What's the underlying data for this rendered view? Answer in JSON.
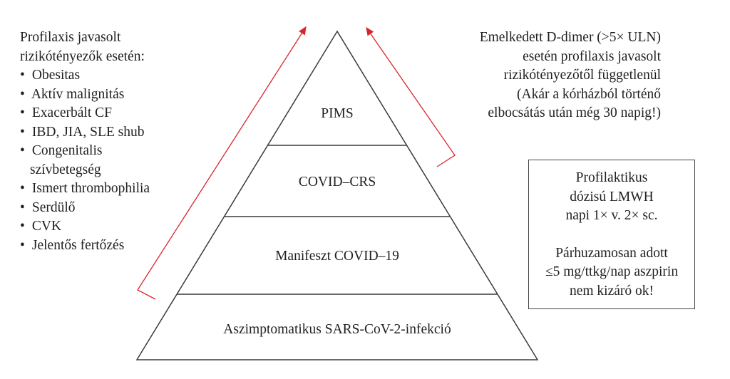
{
  "left_panel": {
    "heading": [
      "Profilaxis javasolt",
      "rizikótényezők esetén:"
    ],
    "items": [
      "Obesitas",
      "Aktív malignitás",
      "Exacerbált CF",
      "IBD, JIA, SLE shub",
      "Congenitalis",
      "szívbetegség",
      "Ismert thrombophilia",
      "Serdülő",
      "CVK",
      "Jelentős fertőzés"
    ]
  },
  "right_panel": {
    "lines": [
      "Emelkedett D-dimer (>5× ULN)",
      "esetén profilaxis javasolt",
      "rizikótényezőtől függetlenül",
      "(Akár a kórházból történő",
      "elbocsátás után még 30 napig!)"
    ]
  },
  "pyramid": {
    "levels": [
      "PIMS",
      "COVID–CRS",
      "Manifeszt COVID–19",
      "Aszimptomatikus SARS-CoV-2-infekció"
    ]
  },
  "box": {
    "lines1": [
      "Profilaktikus",
      "dózisú LMWH",
      "napi 1× v. 2× sc."
    ],
    "lines2": [
      "Párhuzamosan adott",
      "≤5 mg/ttkg/nap aszpirin",
      "nem kizáró ok!"
    ]
  },
  "colors": {
    "arrow": "#d9262b",
    "line": "#3a3a3a"
  }
}
